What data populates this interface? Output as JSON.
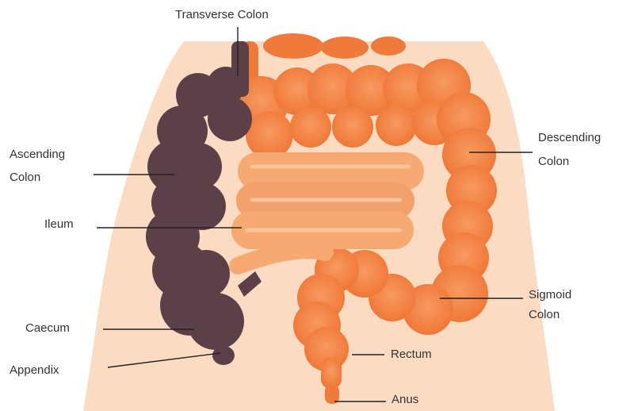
{
  "labels": {
    "transverse_colon": "Transverse Colon",
    "ascending_colon_1": "Ascending",
    "ascending_colon_2": "Colon",
    "ileum": "Ileum",
    "caecum": "Caecum",
    "appendix": "Appendix",
    "descending_colon_1": "Descending",
    "descending_colon_2": "Colon",
    "sigmoid_colon_1": "Sigmoid",
    "sigmoid_colon_2": "Colon",
    "rectum": "Rectum",
    "anus": "Anus"
  },
  "colors": {
    "skin": "#fbdcc3",
    "colon_orange": "#f07a3a",
    "colon_light": "#f5935a",
    "ileum": "#f6aa72",
    "highlight_dark": "#5b4047",
    "leader_line": "#222222"
  }
}
